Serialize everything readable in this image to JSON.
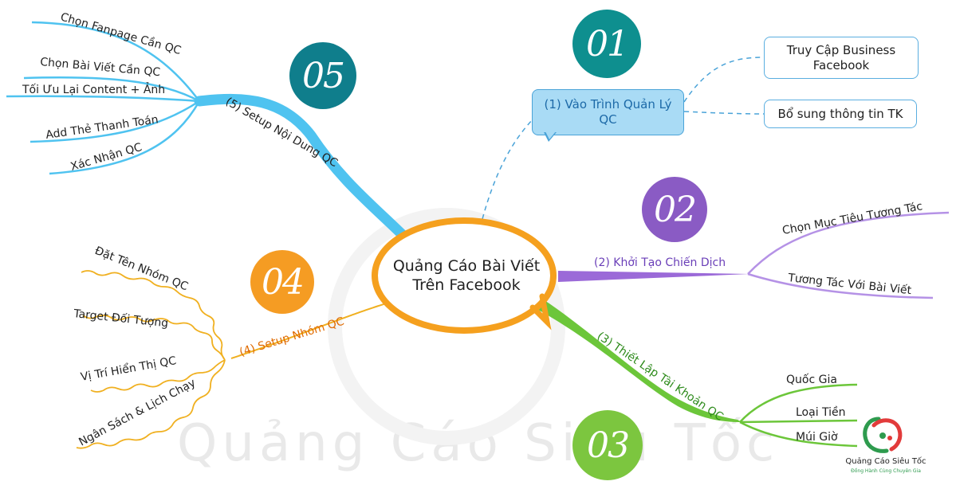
{
  "center": {
    "line1": "Quảng Cáo Bài Viết",
    "line2": "Trên Facebook"
  },
  "branches": {
    "b1": {
      "number": "01",
      "label": "(1) Vào Trình Quản Lý QC",
      "color": "#4aa3d8",
      "children": [
        "Truy Cập Business Facebook",
        "Bổ sung thông tin TK"
      ]
    },
    "b2": {
      "number": "02",
      "label": "(2) Khởi Tạo Chiến Dịch",
      "color": "#9b6ad8",
      "children": [
        "Chọn Mục Tiêu Tương Tác",
        "Tương Tác Với Bài Viết"
      ]
    },
    "b3": {
      "number": "03",
      "label": "(3) Thiết Lập Tài Khoản QC",
      "color": "#6cc63a",
      "children": [
        "Quốc Gia",
        "Loại Tiền",
        "Múi Giờ"
      ]
    },
    "b4": {
      "number": "04",
      "label": "(4) Setup Nhóm QC",
      "color": "#f0b020",
      "children": [
        "Đặt Tên Nhóm QC",
        "Target Đối Tượng",
        "Vị Trí Hiển Thị QC",
        "Ngân Sách & Lịch Chạy"
      ]
    },
    "b5": {
      "number": "05",
      "label": "(5) Setup Nội Dung QC",
      "color": "#4fc3f0",
      "children": [
        "Chọn Fanpage Cần QC",
        "Chọn Bài Viết Cần QC",
        "Tối Ưu Lại Content + Ảnh",
        "Add Thẻ Thanh Toán",
        "Xác Nhận QC"
      ]
    }
  },
  "watermark": "Quảng Cáo Siêu Tốc",
  "logo": {
    "name": "Quảng Cáo Siêu Tốc",
    "tagline": "Đồng Hành Cùng Chuyên Gia"
  }
}
